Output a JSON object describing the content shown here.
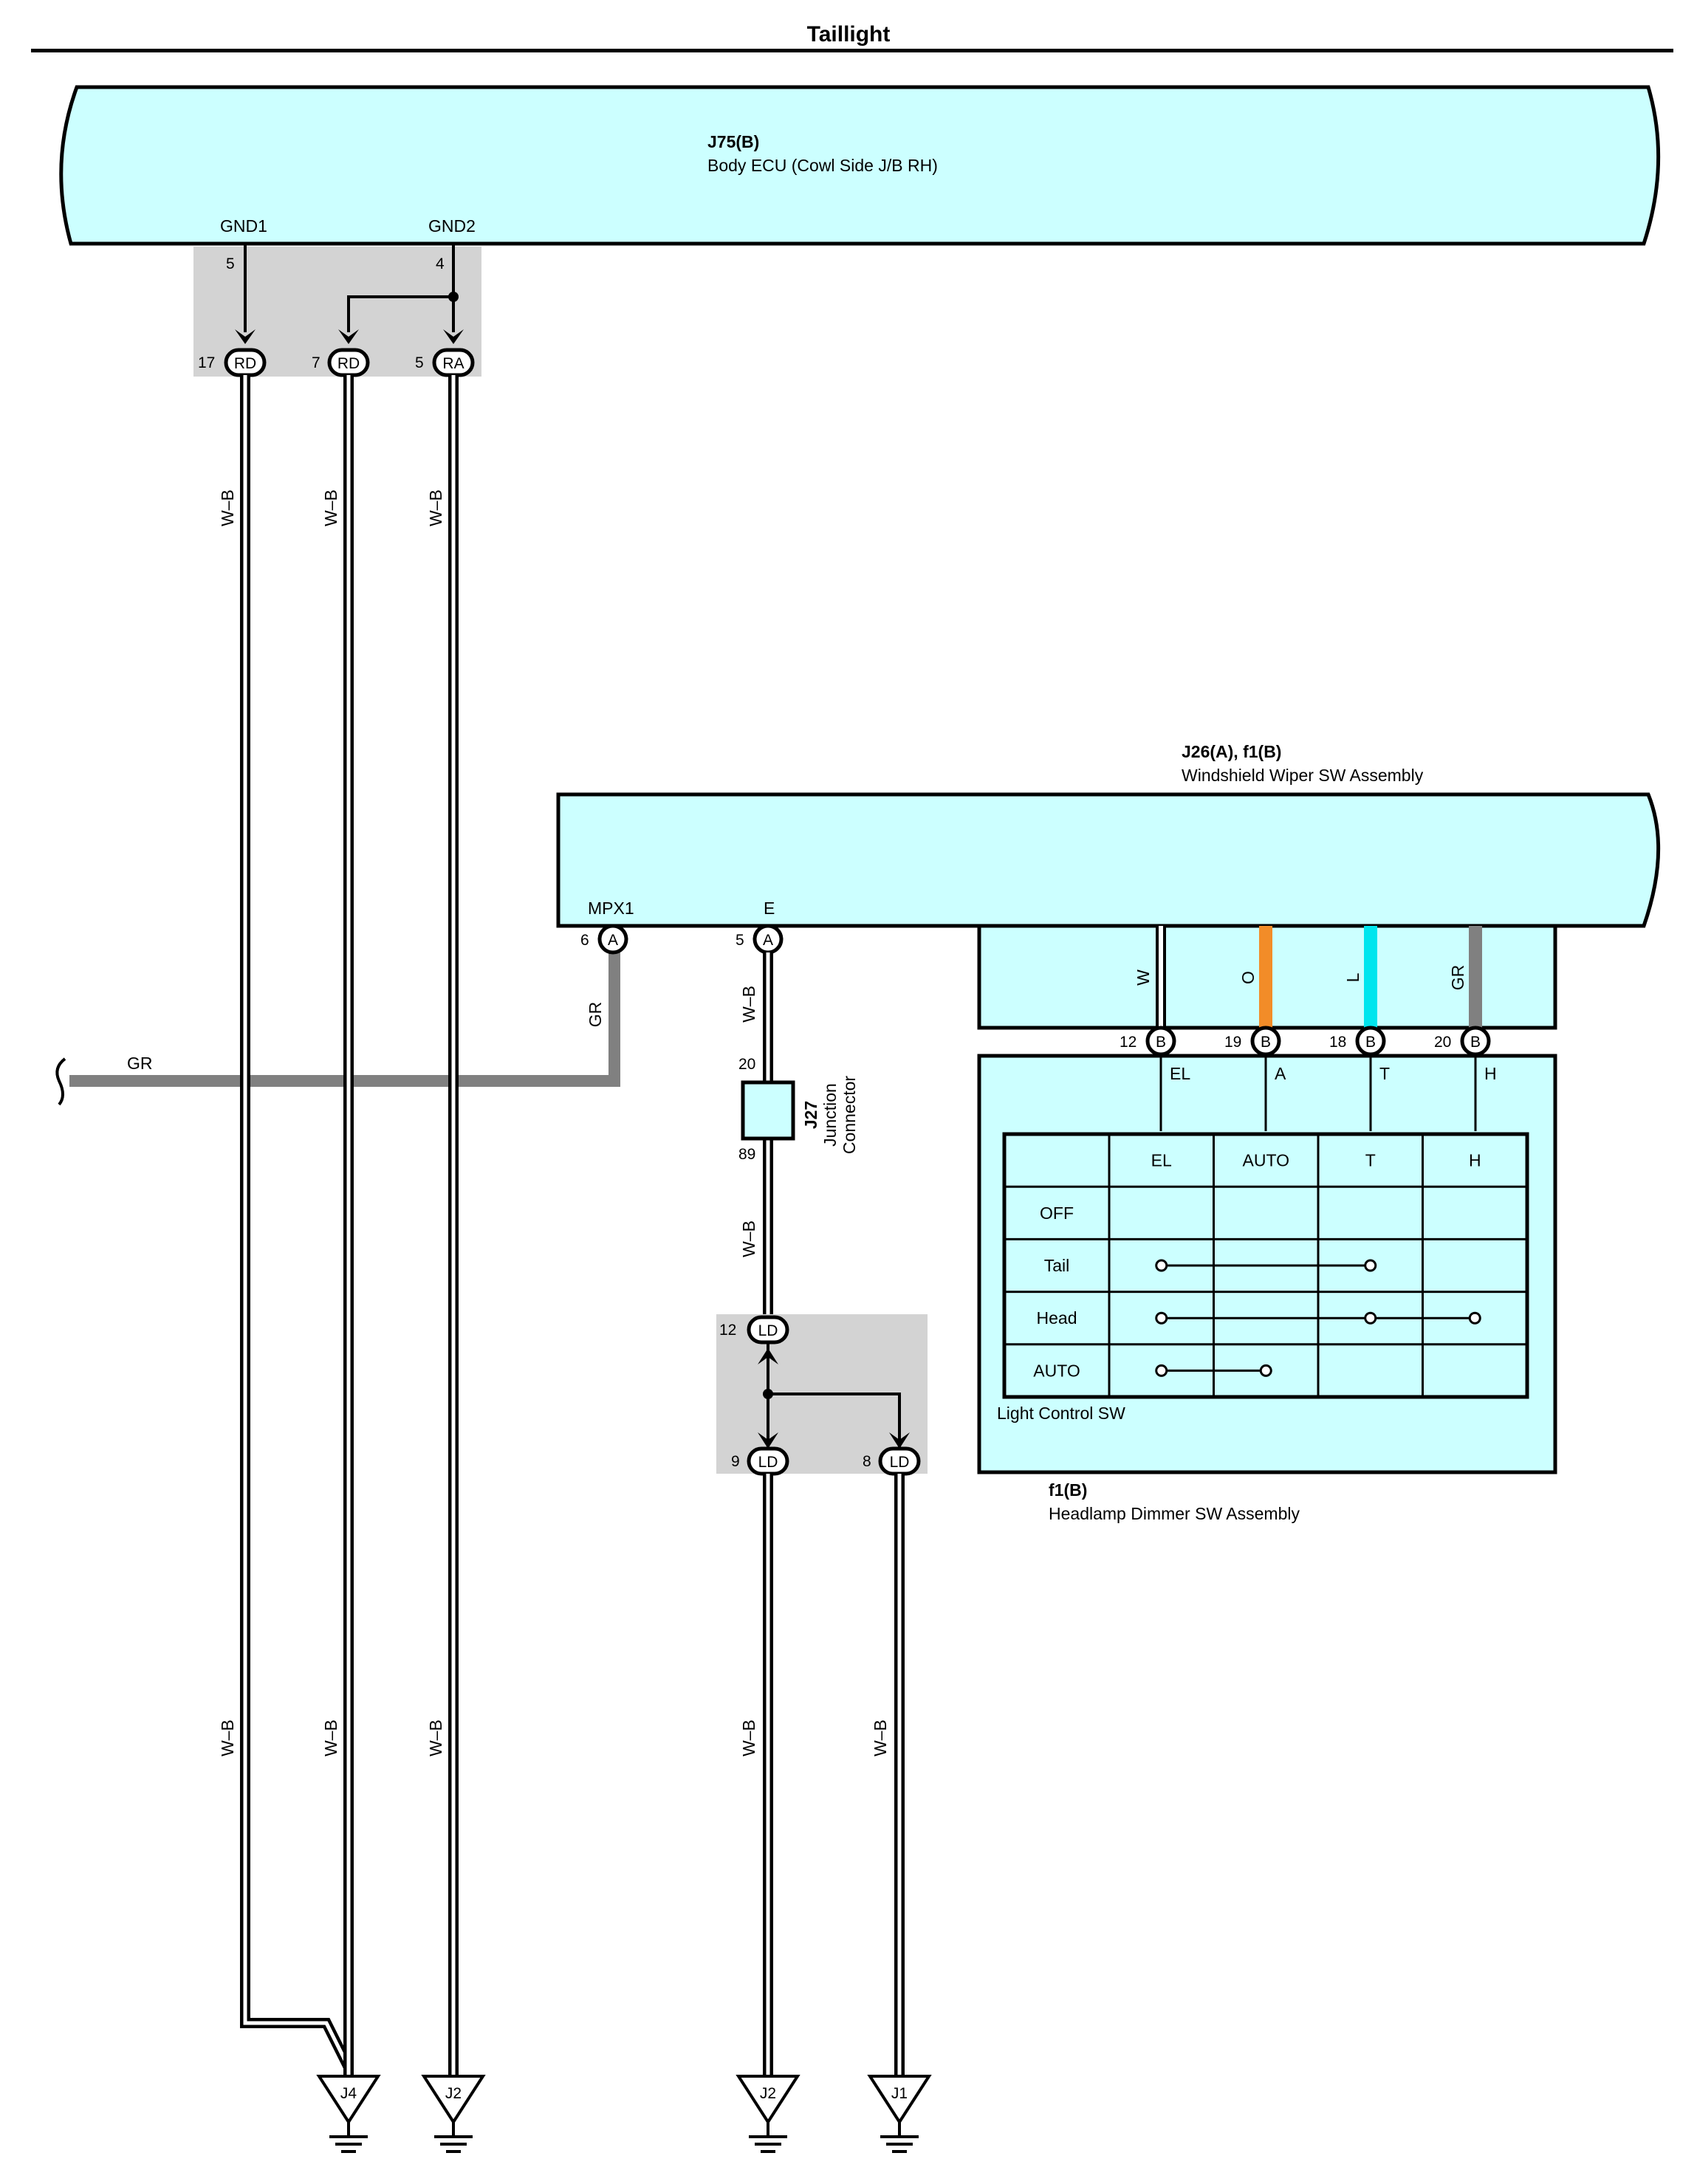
{
  "title": "Taillight",
  "body_ecu": {
    "code": "J75(B)",
    "name": "Body ECU (Cowl Side J/B RH)",
    "gnd1_label": "GND1",
    "gnd2_label": "GND2",
    "gnd1_pin": "5",
    "gnd2_pin": "4"
  },
  "ecu_connectors": [
    {
      "pin": "17",
      "code": "RD"
    },
    {
      "pin": "7",
      "code": "RD"
    },
    {
      "pin": "5",
      "code": "RA"
    }
  ],
  "wire_colors": {
    "wb": "W–B",
    "gr": "GR",
    "w": "W",
    "o": "O",
    "l": "L"
  },
  "wiper_assembly": {
    "code": "J26(A), f1(B)",
    "name": "Windshield Wiper SW Assembly",
    "mpx1_label": "MPX1",
    "e_label": "E",
    "mpx1_pin": "6",
    "mpx1_conn": "A",
    "e_pin": "5",
    "e_conn": "A"
  },
  "junction_j27": {
    "code": "J27",
    "name_line1": "Junction",
    "name_line2": "Connector",
    "pin_top": "20",
    "pin_bottom": "89"
  },
  "ld_connectors": {
    "top_pin": "12",
    "left_pin": "9",
    "right_pin": "8",
    "code": "LD"
  },
  "dimmer_pins": [
    {
      "pin": "12",
      "conn": "B",
      "term": "EL"
    },
    {
      "pin": "19",
      "conn": "B",
      "term": "A"
    },
    {
      "pin": "18",
      "conn": "B",
      "term": "T"
    },
    {
      "pin": "20",
      "conn": "B",
      "term": "H"
    }
  ],
  "light_switch": {
    "name": "Light Control SW",
    "columns": [
      "EL",
      "AUTO",
      "T",
      "H"
    ],
    "rows": [
      "OFF",
      "Tail",
      "Head",
      "AUTO"
    ],
    "connections": [
      [],
      [
        "EL",
        "T"
      ],
      [
        "EL",
        "T",
        "H"
      ],
      [
        "EL",
        "AUTO"
      ]
    ]
  },
  "dimmer_assembly": {
    "code": "f1(B)",
    "name": "Headlamp Dimmer SW Assembly"
  },
  "grounds": [
    "J4",
    "J2",
    "J2",
    "J1"
  ],
  "colors": {
    "component_fill": "#ccffff",
    "shade": "#d3d3d3",
    "gr_wire": "#808080",
    "o_wire": "#f28c28",
    "l_wire": "#00e5ee"
  }
}
